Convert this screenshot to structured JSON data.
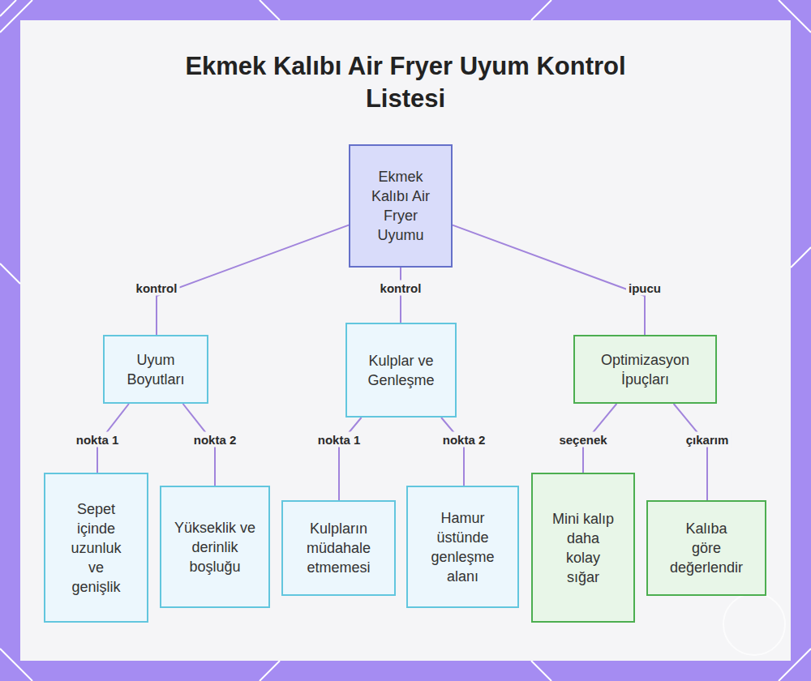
{
  "diagram": {
    "title": "Ekmek Kalıbı Air Fryer Uyum Kontrol Listesi",
    "nodes": [
      {
        "text": [
          "Ekmek Kalıbı Air Fryer Uyumu"
        ]
      },
      {
        "text": [
          "Uyum Boyutları"
        ]
      },
      {
        "text": [
          "Kulplar ve Genleşme"
        ]
      },
      {
        "text": [
          "Optimizasyon İpuçları"
        ]
      },
      {
        "text": [
          "Sepet içinde uzunluk ve genişlik"
        ]
      },
      {
        "text": [
          "Yükseklik ve derinlik boşluğu"
        ]
      },
      {
        "text": [
          "Kulpların müdahale etmemesi"
        ]
      },
      {
        "text": [
          "Hamur üstünde genleşme alanı"
        ]
      },
      {
        "text": [
          "Mini kalıp daha kolay sığar"
        ]
      },
      {
        "text": [
          "Kalıba göre değerlendir"
        ]
      }
    ],
    "edges": [
      {
        "from": 0,
        "to": 1,
        "label": "kontrol",
        "arrow": "none"
      },
      {
        "from": 0,
        "to": 2,
        "label": "kontrol",
        "arrow": "none"
      },
      {
        "from": 0,
        "to": 3,
        "label": "ipucu",
        "arrow": "none"
      },
      {
        "from": 1,
        "to": 4,
        "label": "nokta 1",
        "arrow": "none"
      },
      {
        "from": 1,
        "to": 5,
        "label": "nokta 2",
        "arrow": "none"
      },
      {
        "from": 2,
        "to": 6,
        "label": "nokta 1",
        "arrow": "none"
      },
      {
        "from": 2,
        "to": 7,
        "label": "nokta 2",
        "arrow": "none"
      },
      {
        "from": 3,
        "to": 8,
        "label": "seçenek",
        "arrow": "none"
      },
      {
        "from": 3,
        "to": 9,
        "label": "çıkarım",
        "arrow": "none"
      }
    ]
  }
}
